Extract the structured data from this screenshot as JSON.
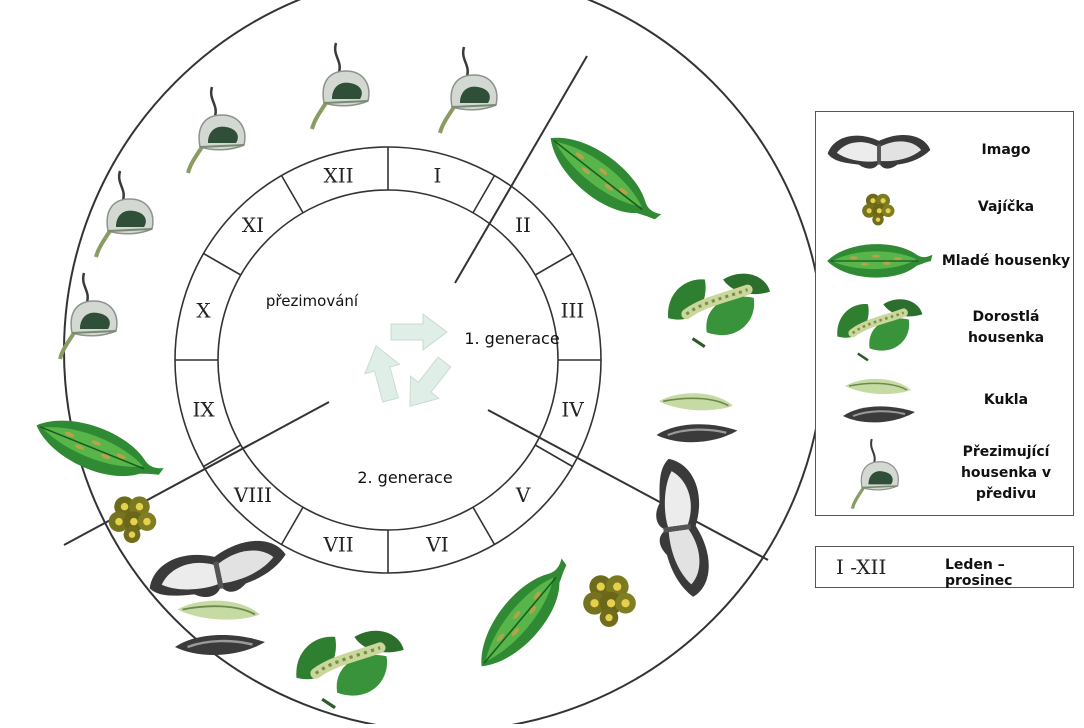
{
  "months": [
    "I",
    "II",
    "III",
    "IV",
    "V",
    "VI",
    "VII",
    "VIII",
    "IX",
    "X",
    "XI",
    "XII"
  ],
  "labels": {
    "overwintering": "přezimování",
    "generation1": "1. generace",
    "generation2": "2. generace"
  },
  "legend": [
    {
      "icon": "moth-icon",
      "label": "Imago"
    },
    {
      "icon": "eggs-icon",
      "label": "Vajíčka"
    },
    {
      "icon": "young-caterpillars-leaf-icon",
      "label": "Mladé housenky"
    },
    {
      "icon": "grown-caterpillar-icon",
      "label": "Dorostlá housenka"
    },
    {
      "icon": "pupa-icon",
      "label": "Kukla"
    },
    {
      "icon": "overwintering-caterpillar-icon",
      "label": "Přezimující housenka v předivu"
    }
  ],
  "month_key": {
    "range": "I -XII",
    "text": "Leden – prosinec"
  },
  "colors": {
    "line": "#333333",
    "leaf_dark": "#1f6b2a",
    "leaf_mid": "#3c9a3a",
    "leaf_light": "#7cc46a",
    "egg": "#7a7a1e",
    "moth_border": "#3a3a3a",
    "moth_wing": "#e8e8e8",
    "arrow": "#dfeee6"
  }
}
